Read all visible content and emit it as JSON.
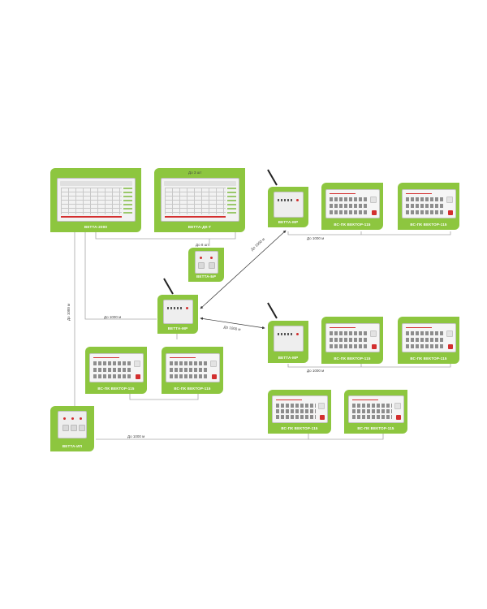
{
  "labels": {
    "vetta_2000": "ВЕТТА-2000",
    "vetta_dk_1": "ВЕТТА-ДК-Т",
    "vetta_br": "ВЕТТА-БР",
    "vetta_mr_center": "ВЕТТА-МР",
    "vetta_mr_top": "ВЕТТА-МР",
    "vetta_mr_mid": "ВЕТТА-МР",
    "vetta_ip": "ВЕТТА-ИП",
    "bc_top_1": "ВС-ПК ВЕКТОР-115",
    "bc_top_2": "ВС-ПК ВЕКТОР-115",
    "bc_mid_1": "ВС-ПК ВЕКТОР-115",
    "bc_mid_2": "ВС-ПК ВЕКТОР-115",
    "bc_left_1": "ВС-ПК ВЕКТОР-115",
    "bc_left_2": "ВС-ПК ВЕКТОР-115",
    "bc_bot_1": "ВС-ПК ВЕКТОР-115",
    "bc_bot_2": "ВС-ПК ВЕКТОР-115"
  },
  "annotations": {
    "up_to_3": "До 3 шт",
    "up_to_8": "До 8 шт",
    "dist_top": "До 1000 м",
    "dist_diag_upper": "До 1000 м",
    "dist_center": "До 1000 м",
    "dist_diag_lower": "До 1000 м",
    "dist_mid": "До 1000 м",
    "dist_vertical": "До 1000 м",
    "dist_bottom": "До 1000 м"
  },
  "colors": {
    "tile_green": "#8dc63f",
    "line_gray": "#a6a6a6",
    "arrow_dark": "#333333",
    "accent_red": "#d32f2f"
  }
}
